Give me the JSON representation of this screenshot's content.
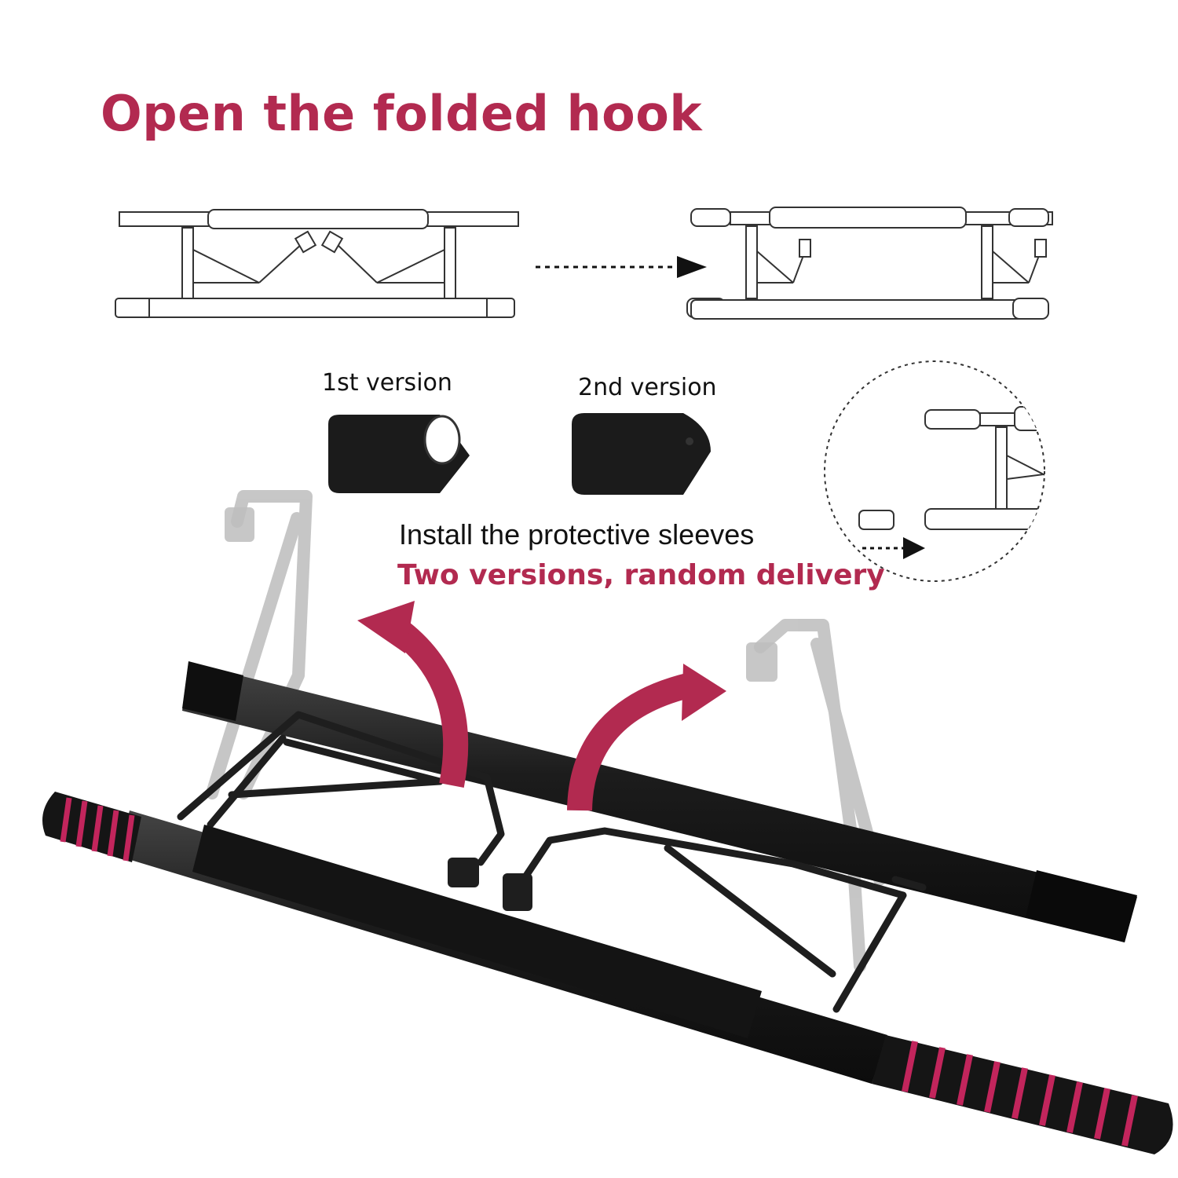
{
  "heading": "Open the folded hook",
  "sleeves": {
    "first_label": "1st version",
    "second_label": "2nd version"
  },
  "instruction": "Install the protective sleeves",
  "note": "Two versions, random delivery",
  "colors": {
    "accent": "#b22a50",
    "bar": "#1a1a1a",
    "grip_stripe": "#c2255c"
  }
}
